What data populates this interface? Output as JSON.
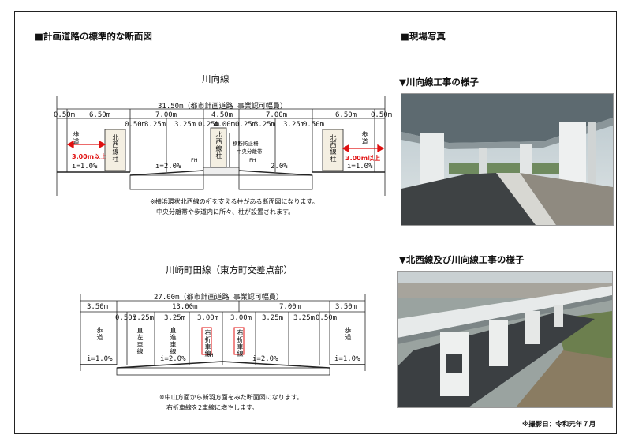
{
  "left_header": "■計画道路の標準的な断面図",
  "right_header": "■現場写真",
  "section1": {
    "title": "川向線",
    "total": "31.50m（都市計画道路 事業認可幅員）",
    "dims_top": [
      "0.50m",
      "6.50m",
      "7.00m",
      "4.50m",
      "7.00m",
      "6.50m",
      "0.50m"
    ],
    "dims_sub": [
      "0.50m",
      "3.25m",
      "3.25m",
      "0.25m",
      "4.00m",
      "0.25m",
      "3.25m",
      "3.25m",
      "0.50m"
    ],
    "left_walk": "歩道",
    "right_walk": "歩道",
    "pillar": "北西線柱",
    "pillar_center": "北西線柱",
    "label_light": "横断防止柵",
    "label_divider": "中央分離帯",
    "fh_left": "FH",
    "fh_right": "FH",
    "width_left": "3.00m以上",
    "width_right": "3.00m以上",
    "slope_left": "i=1.0%",
    "slope_mid": "i=2.0%",
    "slope_right_road": "2.0%",
    "slope_right": "i=1.0%",
    "note1": "※横浜環状北西線の桁を支える柱がある断面図になります。",
    "note2": "中央分離帯や歩道内に所々、柱が設置されます。"
  },
  "section2": {
    "title": "川崎町田線（東方町交差点部）",
    "total": "27.00m（都市計画道路 事業認可幅員）",
    "dims_top": [
      "3.50m",
      "13.00m",
      "7.00m",
      "3.50m"
    ],
    "dims_sub": [
      "0.50m",
      "3.25m",
      "3.25m",
      "3.00m",
      "3.00m",
      "3.25m",
      "3.25m",
      "0.50m"
    ],
    "walk_left": "歩道",
    "lane_left_turn": "直左車線",
    "lane_straight": "直進車線",
    "lane_right1": "右折車線",
    "lane_right2": "右折車線",
    "walk_right": "歩道",
    "fh": "FH",
    "slope_left": "i=1.0%",
    "slope_mid": "i=2.0%",
    "slope_mid2": "i=2.0%",
    "slope_right": "i=1.0%",
    "note1": "※中山方面から新羽方面をみた断面図になります。",
    "note2": "右折車線を2車線に増やします。"
  },
  "photo1_caption": "▼川向線工事の様子",
  "photo2_caption": "▼北西線及び川向線工事の様子",
  "photo_date": "※撮影日：令和元年７月",
  "colors": {
    "accent_red": "#e01010",
    "line": "#222222"
  }
}
